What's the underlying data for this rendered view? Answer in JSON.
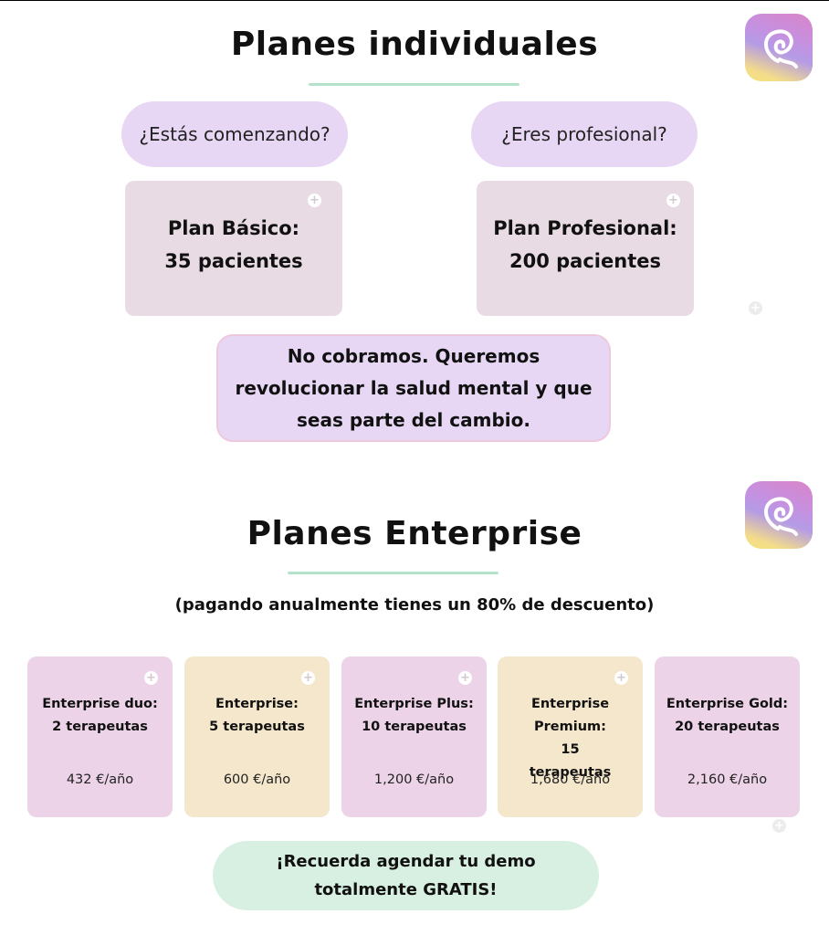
{
  "individual": {
    "title": "Planes individuales",
    "starting_pill": "¿Estás comenzando?",
    "pro_pill": "¿Eres profesional?",
    "basic_plan": {
      "name": "Plan Básico:",
      "detail": "35 pacientes"
    },
    "pro_plan": {
      "name": "Plan Profesional:",
      "detail": "200 pacientes"
    },
    "note": "No cobramos. Queremos revolucionar la salud mental y que seas parte del cambio."
  },
  "enterprise": {
    "title": "Planes Enterprise",
    "subtitle": "(pagando anualmente tienes un 80% de descuento)",
    "plans": [
      {
        "name_l1": "Enterprise duo:",
        "name_l2": "2 terapeutas",
        "price": "432 €/año"
      },
      {
        "name_l1": "Enterprise:",
        "name_l2": "5 terapeutas",
        "price": "600 €/año"
      },
      {
        "name_l1": "Enterprise Plus:",
        "name_l2": "10 terapeutas",
        "price": "1,200 €/año"
      },
      {
        "name_l1": "Enterprise Premium:",
        "name_l2": "15 terapeutas",
        "price": "1,680 €/año"
      },
      {
        "name_l1": "Enterprise Gold:",
        "name_l2": "20 terapeutas",
        "price": "2,160 €/año"
      }
    ],
    "cta": "¡Recuerda agendar tu demo totalmente GRATIS!"
  },
  "icons": {
    "logo": "app-logo-icon",
    "add": "plus-icon"
  },
  "colors": {
    "lavender": "#e8d7f4",
    "mauve": "#e9dbe3",
    "pink_card": "#ecd3e8",
    "cream_card": "#f4e7cb",
    "mint": "#d8f0e2",
    "underline": "#b4e3cb"
  }
}
